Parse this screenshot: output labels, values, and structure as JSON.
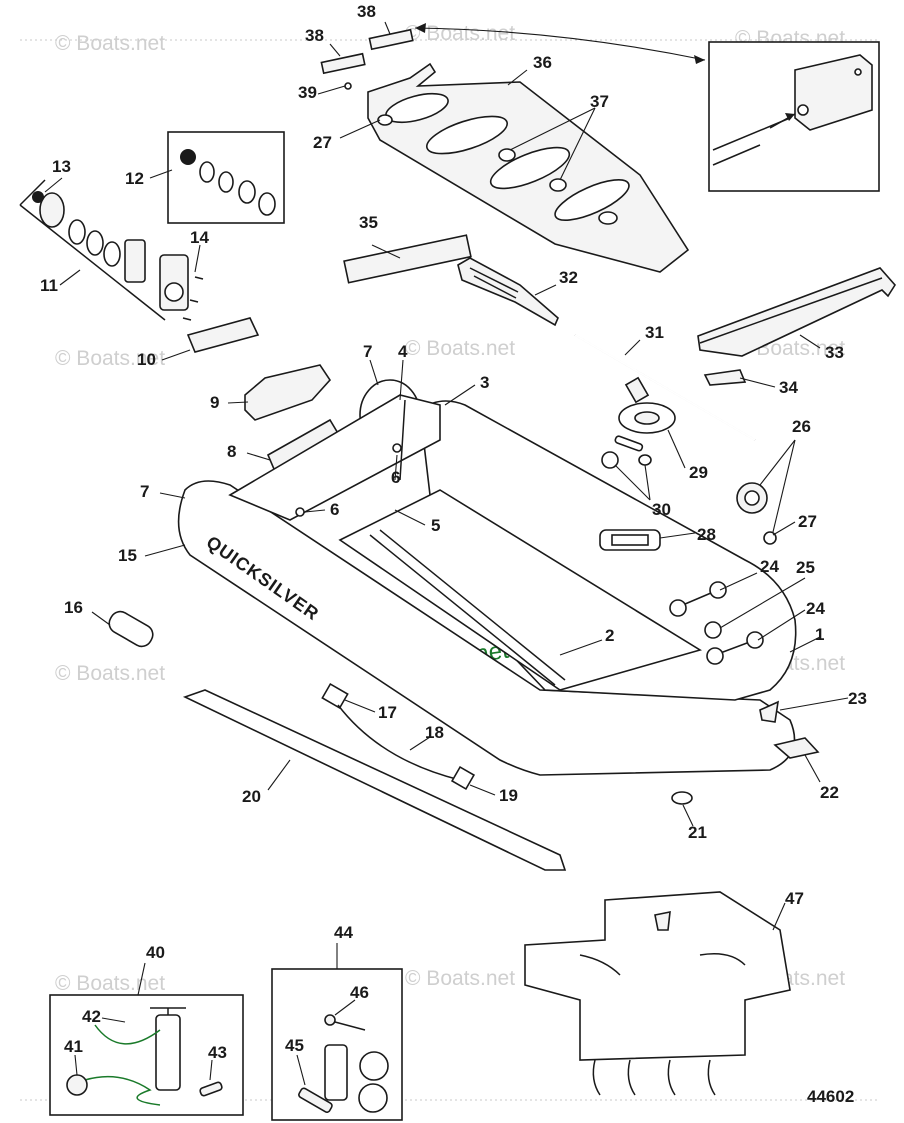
{
  "watermark": "© Boats.net",
  "brand_text": "QUICKSILVER",
  "diagram_number": "44602",
  "colors": {
    "line": "#1a1a1a",
    "watermark_faint": "#cfcfcf",
    "watermark_center": "#1a7a2a"
  },
  "callouts": {
    "c1": "1",
    "c2": "2",
    "c3": "3",
    "c4": "4",
    "c5": "5",
    "c6": "6",
    "c7": "7",
    "c8": "8",
    "c9": "9",
    "c10": "10",
    "c11": "11",
    "c12": "12",
    "c13": "13",
    "c14": "14",
    "c15": "15",
    "c16": "16",
    "c17": "17",
    "c18": "18",
    "c19": "19",
    "c20": "20",
    "c21": "21",
    "c22": "22",
    "c23": "23",
    "c24": "24",
    "c25": "25",
    "c26": "26",
    "c27": "27",
    "c28": "28",
    "c29": "29",
    "c30": "30",
    "c31": "31",
    "c32": "32",
    "c33": "33",
    "c34": "34",
    "c35": "35",
    "c36": "36",
    "c37": "37",
    "c38": "38",
    "c39": "39",
    "c40": "40",
    "c41": "41",
    "c42": "42",
    "c43": "43",
    "c44": "44",
    "c45": "45",
    "c46": "46",
    "c47": "47"
  }
}
